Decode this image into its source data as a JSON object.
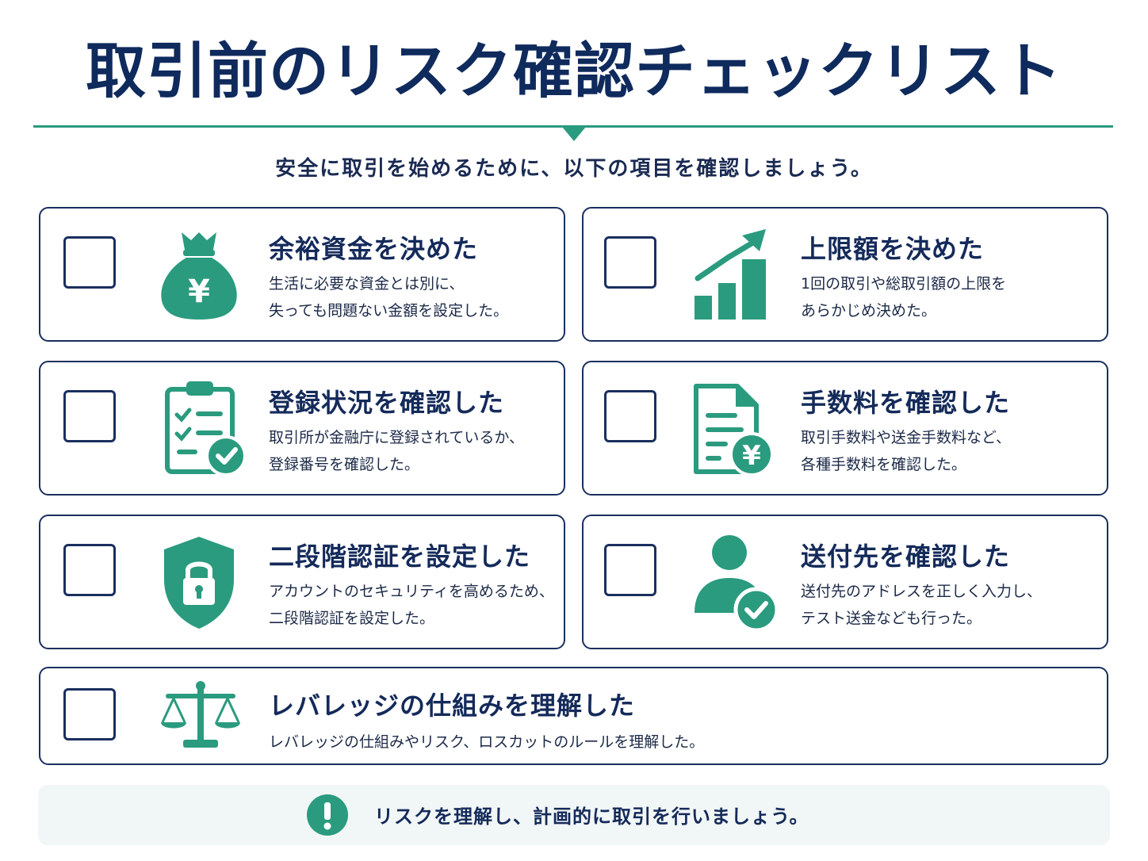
{
  "header": {
    "title": "取引前のリスク確認チェックリスト",
    "subtitle": "安全に取引を始めるために、以下の項目を確認しましょう。"
  },
  "colors": {
    "navy": "#0f2a5c",
    "accent": "#2a9b7e",
    "footer_bg": "#f1f6f6"
  },
  "items": [
    {
      "icon": "money-bag-yen-icon",
      "title": "余裕資金を決めた",
      "desc_line1": "生活に必要な資金とは別に、",
      "desc_line2": "失っても問題ない金額を設定した。"
    },
    {
      "icon": "growth-chart-icon",
      "title": "上限額を決めた",
      "desc_line1": "1回の取引や総取引額の上限を",
      "desc_line2": "あらかじめ決めた。"
    },
    {
      "icon": "clipboard-check-icon",
      "title": "登録状況を確認した",
      "desc_line1": "取引所が金融庁に登録されているか、",
      "desc_line2": "登録番号を確認した。"
    },
    {
      "icon": "document-yen-icon",
      "title": "手数料を確認した",
      "desc_line1": "取引手数料や送金手数料など、",
      "desc_line2": "各種手数料を確認した。"
    },
    {
      "icon": "shield-lock-icon",
      "title": "二段階認証を設定した",
      "desc_line1": "アカウントのセキュリティを高めるため、",
      "desc_line2": "二段階認証を設定した。"
    },
    {
      "icon": "user-check-icon",
      "title": "送付先を確認した",
      "desc_line1": "送付先のアドレスを正しく入力し、",
      "desc_line2": "テスト送金なども行った。"
    },
    {
      "icon": "balance-scale-icon",
      "title": "レバレッジの仕組みを理解した",
      "desc_line1": "レバレッジの仕組みやリスク、ロスカットのルールを理解した。"
    }
  ],
  "footer": {
    "icon": "exclamation-circle-icon",
    "text": "リスクを理解し、計画的に取引を行いましょう。"
  }
}
